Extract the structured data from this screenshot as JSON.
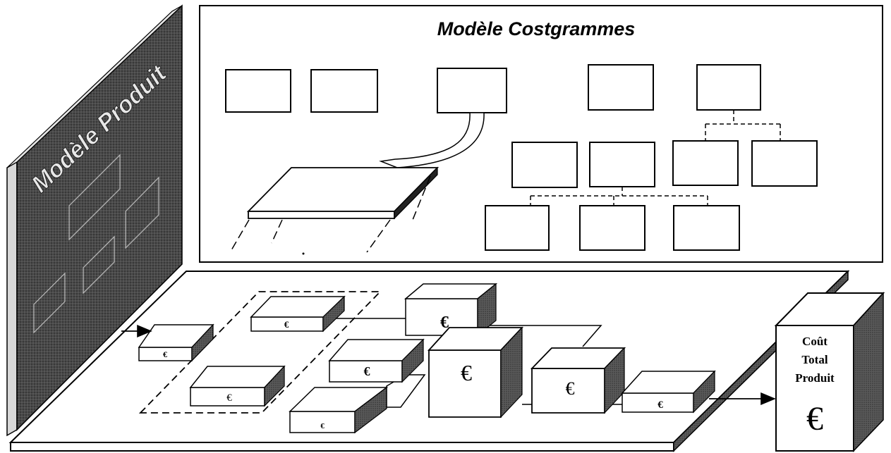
{
  "diagram": {
    "costgram_model_title": "Modèle Costgrammes",
    "product_model_label": "Modèle Produit",
    "total_cost_label_line1": "Coût",
    "total_cost_label_line2": "Total",
    "total_cost_label_line3": "Produit",
    "currency_symbol": "€"
  }
}
